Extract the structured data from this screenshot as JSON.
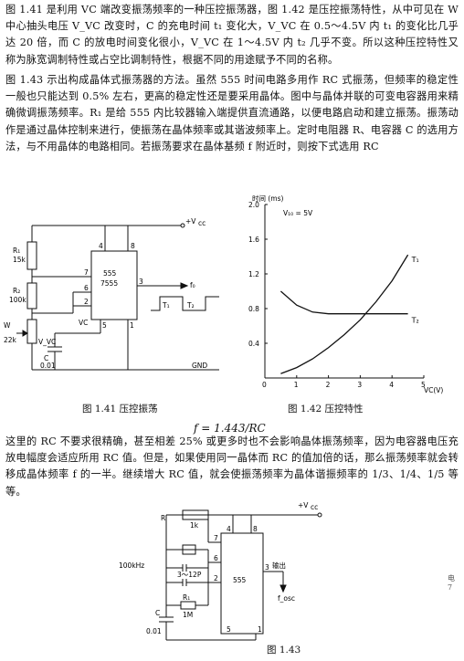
{
  "text": {
    "p1": "图 1.41 是利用 VC 端改变振荡频率的一种压控振荡器，图 1.42 是压控振荡特性，从中可见在 W 中心抽头电压 V_VC 改变时，C 的充电时间 t₁ 变化大，V_VC 在 0.5～4.5V 内 t₁ 的变化比几乎达 20 倍，而 C 的放电时间变化很小，V_VC 在 1～4.5V 内 t₂ 几乎不变。所以这种压控特性又称为脉宽调制特性或占空比调制特性，根据不同的用途赋予不同的名称。",
    "p2": "图 1.43 示出构成晶体式振荡器的方法。虽然 555 时间电路多用作 RC 式振荡，但频率的稳定性一般也只能达到 0.5% 左右，更高的稳定性还是要采用晶体。图中与晶体并联的可变电容器用来精确微调振荡频率。R₁ 是给 555 内比较器输入端提供直流通路，以便电路启动和建立振荡。振荡动作是通过晶体控制来进行，使振荡在晶体频率或其谐波频率上。定时电阻器 R、电容器 C 的选用方法，与不用晶体的电路相同。若振荡要求在晶体基频 f 附近时，则按下式选用 RC",
    "formula": "f = 1.443/RC",
    "p3": "这里的 RC 不要求很精确，甚至相差 25% 或更多时也不会影响晶体振荡频率，因为电容器电压充放电幅度会适应所用 RC 值。但是，如果使用同一晶体而 RC 的值加倍的话，那么振荡频率就会转移成晶体频率 f 的一半。继续增大 RC 值，就会使振荡频率为晶体谐振频率的 1/3、1/4、1/5 等等。",
    "cap41": "图 1.41   压控振荡",
    "cap42": "图 1.42   压控特性",
    "cap43": "图 1.43"
  },
  "fig41": {
    "vcc": "+V",
    "vcc_sub": "cc",
    "r1": "R₁",
    "r1_val": "15k",
    "r2": "R₂",
    "r2_val": "100k",
    "w": "W",
    "w_val": "22k",
    "vvc": "V_VC",
    "c": "C",
    "c_val": "0.01",
    "chip1": "555",
    "chip2": "7555",
    "vc_pin": "VC",
    "pins": [
      "4",
      "8",
      "7",
      "3",
      "6",
      "2",
      "5",
      "1"
    ],
    "fo": "f₀",
    "t1": "T₁",
    "t2": "T₂",
    "gnd": "GND"
  },
  "fig43": {
    "r": "R",
    "r_val": "1k",
    "vcc": "+V",
    "vcc_sub": "cc",
    "crystal": "100kHz",
    "cap_range": "3～12P",
    "r1": "R₁",
    "r1_val": "1M",
    "c": "C",
    "c_val": "0.01",
    "chip": "555",
    "out": "输出",
    "fosc": "f_osc",
    "pins": [
      "7",
      "4",
      "8",
      "6",
      "3",
      "2",
      "5",
      "1"
    ],
    "side": "电\n7"
  },
  "chart_data": {
    "type": "line",
    "title": "",
    "ylabel": "时间 (ms)",
    "xlabel": "VC(V)",
    "annotation": "V₁₀ = 5V",
    "xlim": [
      0,
      5
    ],
    "ylim": [
      0,
      2.0
    ],
    "xticks": [
      0,
      1,
      2,
      3,
      4,
      5
    ],
    "yticks": [
      0.4,
      0.8,
      1.2,
      1.6,
      2.0
    ],
    "series": [
      {
        "name": "T₁",
        "x": [
          0.5,
          1.0,
          1.5,
          2.0,
          2.5,
          3.0,
          3.5,
          4.0,
          4.5
        ],
        "values": [
          0.05,
          0.12,
          0.22,
          0.35,
          0.5,
          0.67,
          0.88,
          1.12,
          1.42
        ]
      },
      {
        "name": "T₂",
        "x": [
          0.5,
          1.0,
          1.5,
          2.0,
          2.5,
          3.0,
          3.5,
          4.0,
          4.5
        ],
        "values": [
          1.0,
          0.84,
          0.76,
          0.74,
          0.74,
          0.74,
          0.74,
          0.74,
          0.74
        ]
      }
    ],
    "grid": false
  }
}
